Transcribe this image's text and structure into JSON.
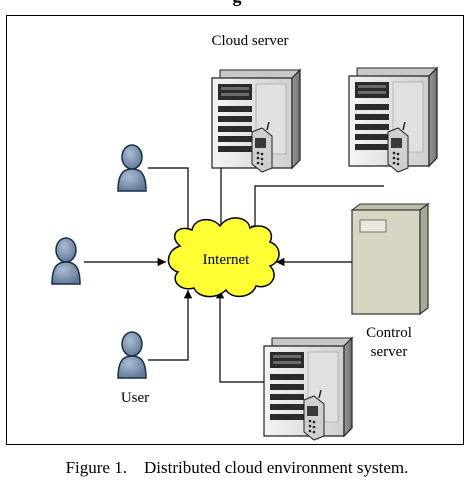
{
  "header_fragment": "g",
  "diagram": {
    "cloud_label": "Internet",
    "cloud_server_label": "Cloud server",
    "control_server_label_line1": "Control",
    "control_server_label_line2": "server",
    "user_label": "User"
  },
  "caption": "Figure 1.    Distributed cloud environment system.",
  "colors": {
    "cloud_fill": "#ffff33",
    "user_fill": "#7f97b4",
    "control_server_fill": "#d6d6c2",
    "server_fill": "#e8e8e8"
  },
  "icons": [
    "user-icon",
    "server-icon",
    "phone-icon",
    "cloud-icon"
  ]
}
